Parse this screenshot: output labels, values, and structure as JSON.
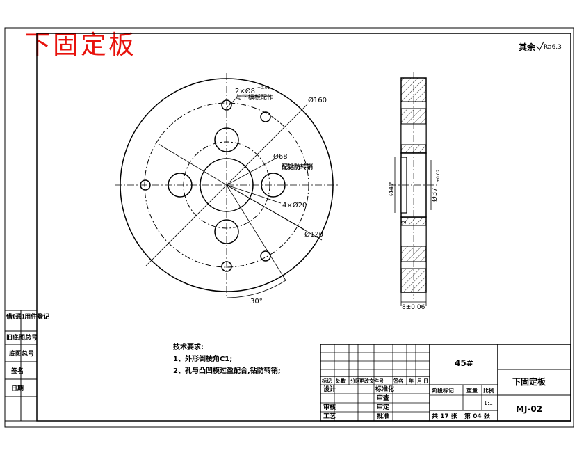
{
  "drawing": {
    "title_red": "下固定板",
    "roughness_note": "其余",
    "roughness_value": "Ra6.3",
    "hole_note_line1": "2×Ø8",
    "hole_note_tol": "+0.01",
    "hole_note_line2": "与下模板配作",
    "dia160": "Ø160",
    "dia68": "Ø68",
    "dia120": "Ø120",
    "holes4": "4×Ø20",
    "pin_note": "配钻防转销",
    "angle30": "30°",
    "dia42": "Ø42",
    "dia37": "Ø37",
    "dia37_tol": "+0.02",
    "dim_thickness": "8±0.06",
    "dim_small": "2",
    "tech_title": "技术要求:",
    "tech1": "1、外形倒棱角C1;",
    "tech2": "2、孔与凸凹模过盈配合,钻防转销;"
  },
  "side_labels": [
    "借(通)用件登记",
    "旧底图总号",
    "底图总号",
    "签名",
    "日期"
  ],
  "title_block": {
    "material": "45#",
    "part_name": "下固定板",
    "part_no": "MJ-02",
    "headers": [
      "标记",
      "处数",
      "分区",
      "更改文件号",
      "签名",
      "年",
      "月",
      "日"
    ],
    "row_labels": [
      "设计",
      "标准化",
      "审核",
      "工艺",
      "审定",
      "审查",
      "批准"
    ],
    "stage_labels": [
      "阶段标记",
      "重量",
      "比例"
    ],
    "scale": "1:1",
    "sheets": "共 17 张",
    "sheet_no": "第 04 张"
  }
}
